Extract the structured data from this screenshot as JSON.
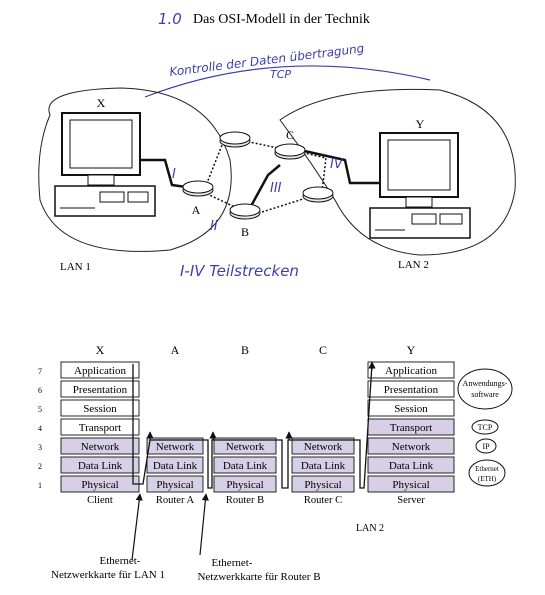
{
  "title": {
    "number": "1.0",
    "text": "Das OSI-Modell in der Technik"
  },
  "annotations": {
    "arc_label": "Kontrolle der Daten übertragung",
    "arc_sub": "TCP",
    "segments_label": "I-IV Teilstrecken"
  },
  "network": {
    "host_x": "X",
    "host_y": "Y",
    "lan1": "LAN 1",
    "lan2": "LAN 2",
    "routers": {
      "a": "A",
      "b": "B",
      "c": "C"
    },
    "segments": {
      "s1": "I",
      "s2": "II",
      "s3": "III",
      "s4": "IV"
    }
  },
  "osi": {
    "numbers": [
      "7",
      "6",
      "5",
      "4",
      "3",
      "2",
      "1"
    ],
    "layers": [
      "Application",
      "Presentation",
      "Session",
      "Transport",
      "Network",
      "Data Link",
      "Physical"
    ],
    "router_layers": [
      "Network",
      "Data Link",
      "Physical"
    ],
    "columns": [
      {
        "header": "X",
        "footer": "Client"
      },
      {
        "header": "A",
        "footer": "Router A"
      },
      {
        "header": "B",
        "footer": "Router B"
      },
      {
        "header": "C",
        "footer": "Router C"
      },
      {
        "header": "Y",
        "footer": "Server"
      }
    ],
    "lan2_label": "LAN 2",
    "side_labels": {
      "app_software": [
        "Anwendungs-",
        "software"
      ],
      "tcp": "TCP",
      "ip": "IP",
      "ethernet": [
        "Ethernet",
        "(ETH)"
      ]
    },
    "callouts": {
      "nic_lan1": [
        "Ethernet-",
        "Netzwerkkarte für LAN 1"
      ],
      "nic_router_b": [
        "Ethernet-",
        "Netzwerkkarte für Router B"
      ]
    }
  },
  "colors": {
    "handwriting": "#3b3fb0",
    "shade": "#d6cfe6",
    "line": "#111111"
  }
}
